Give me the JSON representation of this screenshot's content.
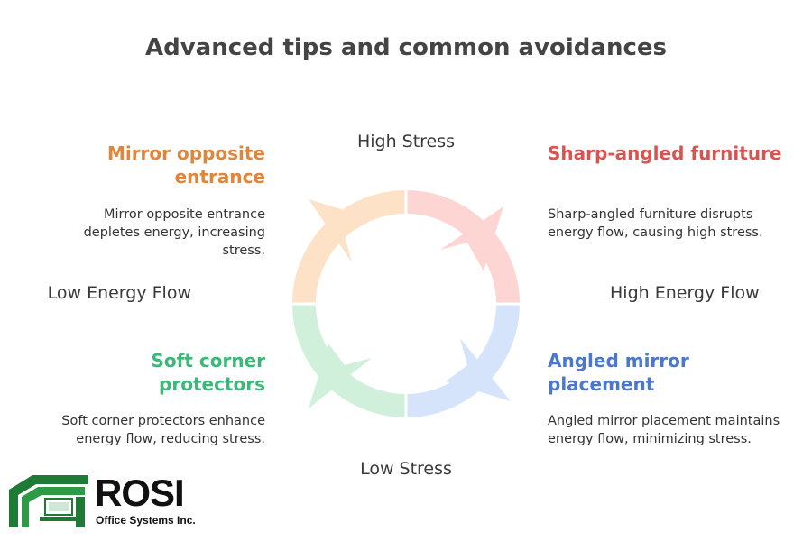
{
  "title": "Advanced tips and common avoidances",
  "axes": {
    "top": "High Stress",
    "bottom": "Low Stress",
    "left": "Low Energy Flow",
    "right": "High Energy Flow"
  },
  "quadrants": {
    "top_left": {
      "heading": "Mirror opposite entrance",
      "description": "Mirror opposite entrance depletes energy, increasing stress.",
      "color": "#e0853a",
      "fill": "#fde2c8"
    },
    "top_right": {
      "heading": "Sharp-angled furniture",
      "description": "Sharp-angled furniture disrupts energy flow, causing high stress.",
      "color": "#d9534f",
      "fill": "#fdd5d3"
    },
    "bottom_left": {
      "heading": "Soft corner protectors",
      "description": "Soft corner protectors enhance energy flow, reducing stress.",
      "color": "#3cb878",
      "fill": "#d0f0dc"
    },
    "bottom_right": {
      "heading": "Angled mirror placement",
      "description": "Angled mirror placement maintains energy flow, minimizing stress.",
      "color": "#4a78d0",
      "fill": "#d6e4fb"
    }
  },
  "logo": {
    "name": "ROSI",
    "subtitle": "Office Systems Inc.",
    "color": "#1e7a34"
  }
}
